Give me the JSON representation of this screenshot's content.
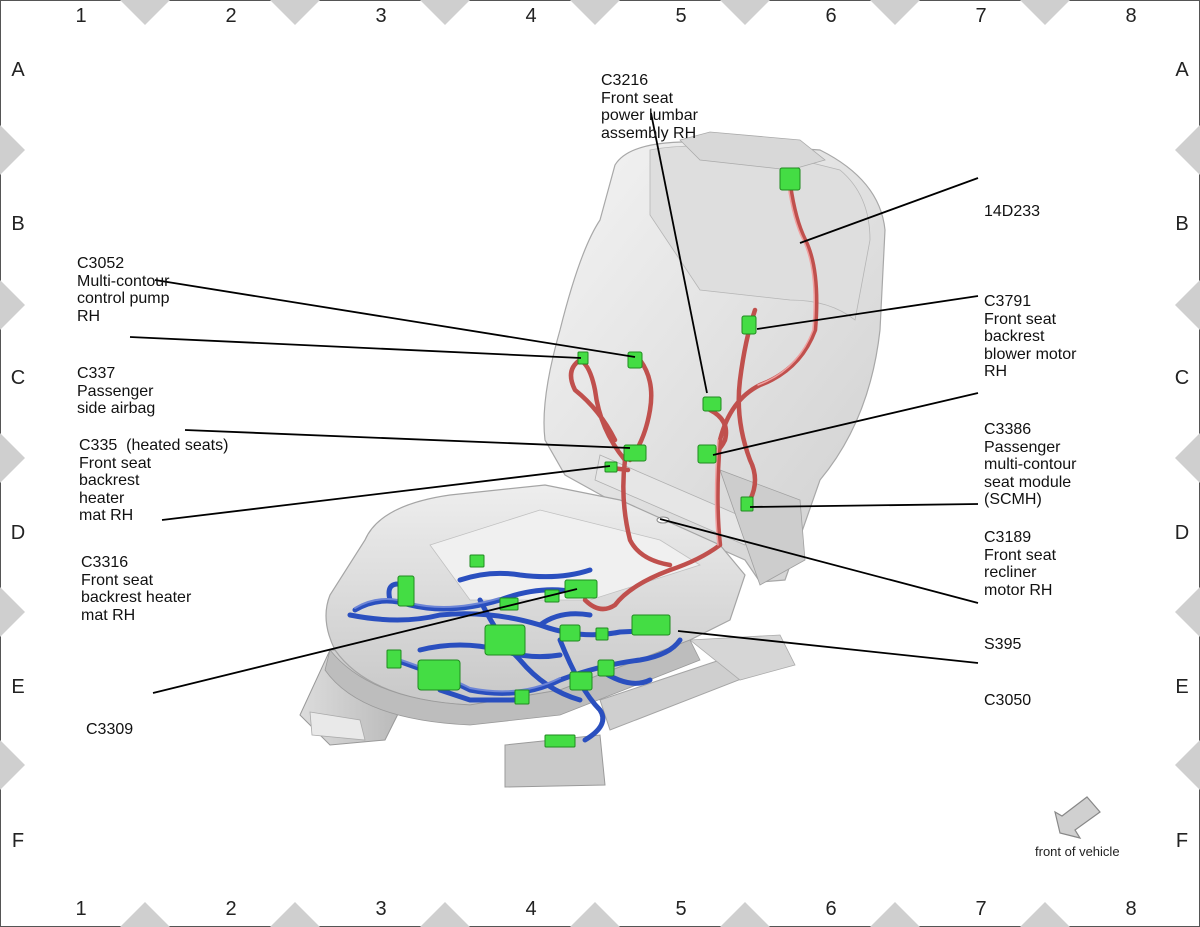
{
  "grid": {
    "columns": [
      "1",
      "2",
      "3",
      "4",
      "5",
      "6",
      "7",
      "8"
    ],
    "rows": [
      "A",
      "B",
      "C",
      "D",
      "E",
      "F"
    ]
  },
  "callouts": [
    {
      "id": "c3216",
      "lines": [
        "C3216",
        "Front seat",
        "power lumbar",
        "assembly RH"
      ]
    },
    {
      "id": "14d233",
      "lines": [
        "14D233"
      ]
    },
    {
      "id": "c3052",
      "lines": [
        "C3052",
        "Multi-contour",
        "control pump",
        "RH"
      ]
    },
    {
      "id": "c3791",
      "lines": [
        "C3791",
        "Front seat",
        "backrest",
        "blower motor",
        "RH"
      ]
    },
    {
      "id": "c337",
      "lines": [
        "C337",
        "Passenger",
        "side airbag"
      ]
    },
    {
      "id": "c3386",
      "lines": [
        "C3386",
        "Passenger",
        "multi-contour",
        "seat module",
        "(SCMH)"
      ]
    },
    {
      "id": "c335",
      "lines": [
        "C335  (heated seats)",
        "Front seat",
        "backrest",
        "heater",
        "mat RH"
      ]
    },
    {
      "id": "c3189",
      "lines": [
        "C3189",
        "Front seat",
        "recliner",
        "motor RH"
      ]
    },
    {
      "id": "c3316",
      "lines": [
        "C3316",
        "Front seat",
        "backrest heater",
        "mat RH"
      ]
    },
    {
      "id": "s395",
      "lines": [
        "S395"
      ]
    },
    {
      "id": "c3050",
      "lines": [
        "C3050"
      ]
    },
    {
      "id": "c3309",
      "lines": [
        "C3309"
      ]
    }
  ],
  "orientation": {
    "label": "front of vehicle",
    "icon": "arrow-down-left-icon"
  },
  "colors": {
    "harness_seat": "#d9534f",
    "harness_base": "#2a4fbf",
    "connector": "#44dd44",
    "seat": "#e4e4e4"
  }
}
